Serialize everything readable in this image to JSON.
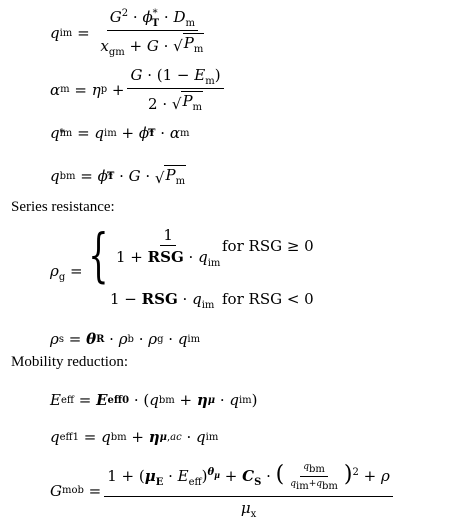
{
  "equations": {
    "q_im": "qim = G² · φ*T · Dm / (xgm + G · √Pm)",
    "alpha_m": "αm = ηp + G · (1 − Em) / (2 · √Pm)",
    "q_im_star": "q*im = qim + φ*T · αm",
    "q_bm": "qbm = φ*T · G · √Pm",
    "rho_g": "ρg = { 1 / (1 + RSG · qim) for RSG ≥ 0 ; 1 − RSG · qim for RSG < 0 }",
    "rho_s": "ρs = θR · ρb · ρg · qim",
    "E_eff": "Eeff = Eeff0 · (qbm + ημ · qim)",
    "q_eff1": "qeff1 = qbm + ημ,ac · qim",
    "G_mob": "Gmob = (1 + (μE · Eeff)^θμ + CS · (qbm / (qim + qbm))² + ρ) / μx"
  },
  "headings": {
    "series_resistance": "Series resistance:",
    "mobility_reduction": "Mobility reduction:"
  },
  "cases": {
    "cond_ge": "for RSG ≥ 0",
    "cond_lt": "for RSG < 0"
  }
}
